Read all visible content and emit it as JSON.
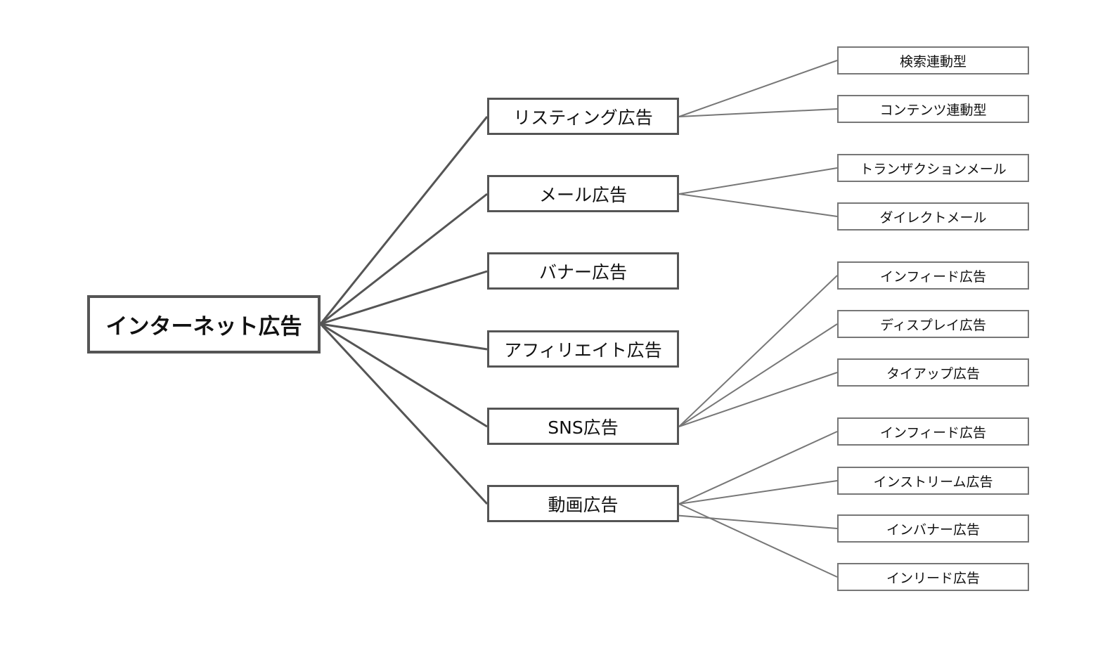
{
  "diagram": {
    "root": "インターネット広告",
    "categories": [
      {
        "label": "リスティング広告",
        "children": [
          "検索連動型",
          "コンテンツ連動型"
        ]
      },
      {
        "label": "メール広告",
        "children": [
          "トランザクションメール",
          "ダイレクトメール"
        ]
      },
      {
        "label": "バナー広告",
        "children": []
      },
      {
        "label": "アフィリエイト広告",
        "children": []
      },
      {
        "label": "SNS広告",
        "children": [
          "インフィード広告",
          "ディスプレイ広告",
          "タイアップ広告"
        ]
      },
      {
        "label": "動画広告",
        "children": [
          "インフィード広告",
          "インストリーム広告",
          "インバナー広告",
          "インリード広告"
        ]
      }
    ]
  },
  "colors": {
    "border_primary": "#555555",
    "border_secondary": "#777777",
    "text": "#111111",
    "background": "#ffffff"
  }
}
